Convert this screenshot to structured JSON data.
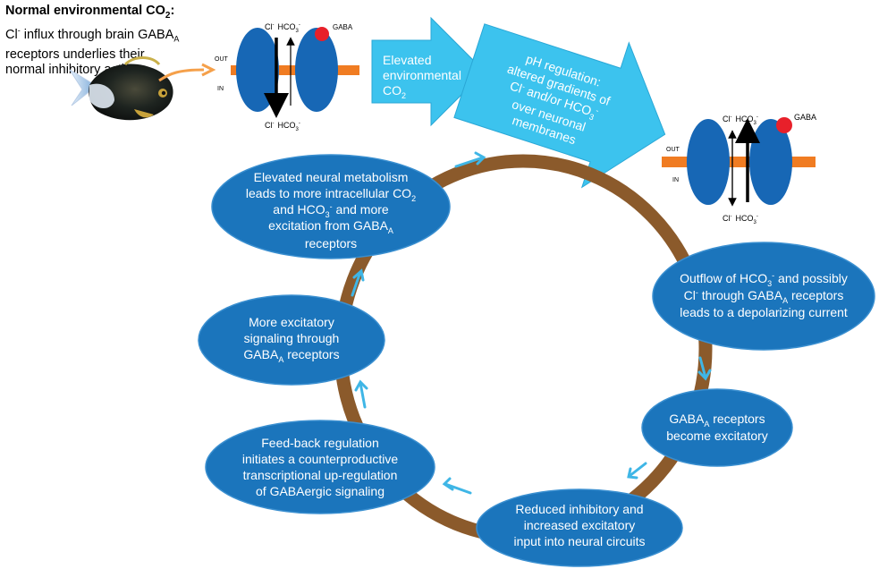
{
  "header": {
    "title": "Normal environmental CO",
    "title_sub": "2",
    "title_end": ":",
    "line1_a": "Cl",
    "line1_sup": "-",
    "line1_b": " influx through brain GABA",
    "line1_sub": "A",
    "line2": "receptors underlies their",
    "line3": "normal inhibitory action"
  },
  "receptor_normal": {
    "top_cl": "Cl",
    "top_cl_sup": "-",
    "top_hco": "HCO",
    "top_hco_sub": "3",
    "top_hco_sup": "-",
    "bot_cl": "Cl",
    "bot_cl_sup": "-",
    "bot_hco": "HCO",
    "bot_hco_sub": "3",
    "bot_hco_sup": "-",
    "gaba": "GABA",
    "out": "OUT",
    "in": "IN"
  },
  "receptor_elevated": {
    "top_cl": "Cl",
    "top_cl_sup": "-",
    "top_hco": "HCO",
    "top_hco_sub": "3",
    "top_hco_sup": "-",
    "bot_cl": "Cl",
    "bot_cl_sup": "-",
    "bot_hco": "HCO",
    "bot_hco_sub": "3",
    "bot_hco_sup": "-",
    "gaba": "GABA",
    "out": "OUT",
    "in": "IN"
  },
  "arrow_elevated": {
    "line1": "Elevated",
    "line2": "environmental",
    "line3": "CO",
    "line3_sub": "2"
  },
  "arrow_ph": {
    "line1": "pH regulation:",
    "line2": "altered gradients of",
    "line3_a": "Cl",
    "line3_sup1": "-",
    "line3_b": " and/or HCO",
    "line3_sub": "3",
    "line3_sup2": "-",
    "line4": "over neuronal",
    "line5": "membranes"
  },
  "nodes": {
    "metabolism": {
      "line1": "Elevated neural metabolism",
      "line2_a": "leads to more intracellular CO",
      "line2_sub": "2",
      "line3_a": "and HCO",
      "line3_sub": "3",
      "line3_sup": "-",
      "line3_b": " and more",
      "line4_a": "excitation from GABA",
      "line4_sub": "A",
      "line5": "receptors"
    },
    "outflow": {
      "line1_a": "Outflow of HCO",
      "line1_sub": "3",
      "line1_sup": "-",
      "line1_b": " and possibly",
      "line2_a": "Cl",
      "line2_sup": "-",
      "line2_b": " through GABA",
      "line2_sub": "A",
      "line2_c": " receptors",
      "line3": "leads to a depolarizing current"
    },
    "excitatory_signal": {
      "line1": "More excitatory",
      "line2": "signaling through",
      "line3_a": "GABA",
      "line3_sub": "A",
      "line3_b": " receptors"
    },
    "become_excitatory": {
      "line1_a": "GABA",
      "line1_sub": "A",
      "line1_b": " receptors",
      "line2": "become excitatory"
    },
    "feedback": {
      "line1": "Feed-back regulation",
      "line2": "initiates a counterproductive",
      "line3": "transcriptional up-regulation",
      "line4": "of GABAergic signaling"
    },
    "reduced": {
      "line1": "Reduced inhibitory and",
      "line2": "increased excitatory",
      "line3": "input into neural circuits"
    }
  },
  "colors": {
    "node_fill": "#1b75bc",
    "node_stroke": "#3a8fd0",
    "ring": "#8b5a2b",
    "cycle_arrow": "#3fb6e6",
    "big_arrow": "#3cc3ee",
    "receptor": "#1767b5",
    "membrane": "#f07c22",
    "gaba_ball": "#e8202a",
    "fish_arrow": "#f5a04a"
  }
}
